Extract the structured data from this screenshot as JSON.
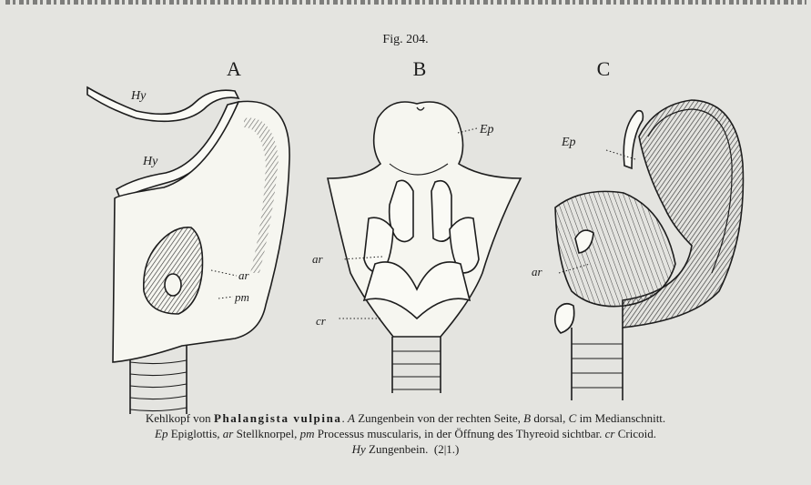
{
  "figure": {
    "number": "Fig. 204.",
    "panels": [
      "A",
      "B",
      "C"
    ]
  },
  "labels": {
    "hy": "Hy",
    "ep": "Ep",
    "ar": "ar",
    "pm": "pm",
    "cr": "cr"
  },
  "caption": {
    "l1_a": "Kehlkopf von ",
    "l1_species": "Phalangista vulpina",
    "l1_b": ". ",
    "l1_A": "A",
    "l1_c": " Zungenbein von der rechten Seite, ",
    "l1_B": "B",
    "l1_d": " dorsal, ",
    "l1_C": "C",
    "l1_e": " im Medianschnitt.",
    "l2_ep": "Ep",
    "l2_a": " Epiglottis, ",
    "l2_ar": "ar",
    "l2_b": " Stellknorpel, ",
    "l2_pm": "pm",
    "l2_c": " Processus muscularis, in der Öffnung des Thyreoid sichtbar. ",
    "l2_cr": "cr",
    "l2_d": " Cricoid.",
    "l3_hy": "Hy",
    "l3_a": " Zungenbein.",
    "l3_scale": "(2|1.)"
  }
}
